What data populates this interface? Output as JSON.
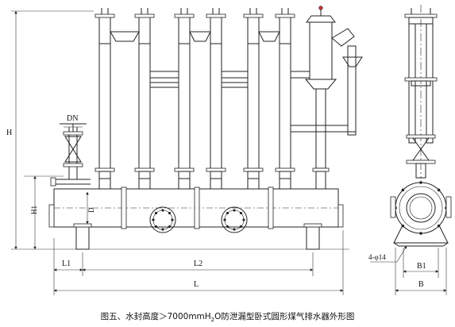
{
  "labels": {
    "dn": "DN",
    "h": "H",
    "h1": "H1",
    "d": "D",
    "l1": "L1",
    "l2": "L2",
    "l": "L",
    "bolt_holes": "4-φ14",
    "b1": "B1",
    "b": "B"
  },
  "caption": {
    "prefix": "图五、水封高度＞7000mmH",
    "sub": "2",
    "suffix": "O防泄漏型卧式圆形煤气排水器外形图"
  }
}
